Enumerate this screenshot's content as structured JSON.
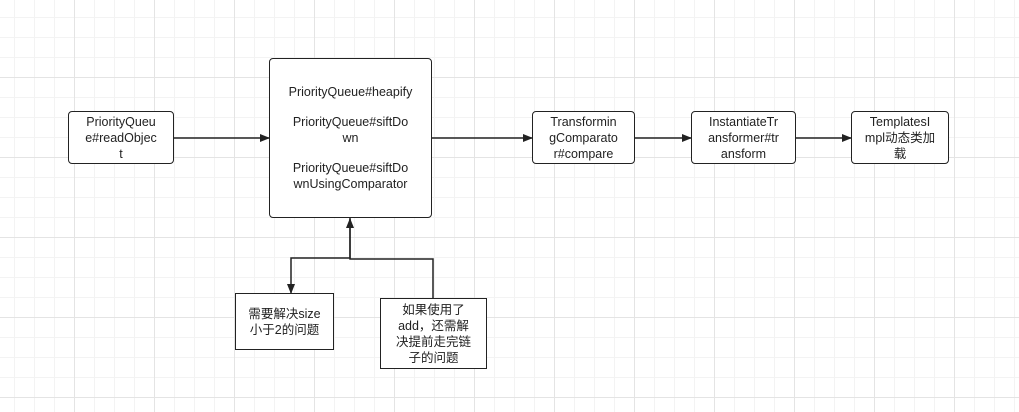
{
  "diagram": {
    "nodes": {
      "read_object": {
        "lines": [
          "PriorityQueu",
          "e#readObjec",
          "t"
        ]
      },
      "heap": {
        "item1": [
          "PriorityQueue#heapify"
        ],
        "item2": [
          "PriorityQueue#siftDo",
          "wn"
        ],
        "item3": [
          "PriorityQueue#siftDo",
          "wnUsingComparator"
        ]
      },
      "transforming_comparator": {
        "lines": [
          "Transformin",
          "gComparato",
          "r#compare"
        ]
      },
      "instantiate_transformer": {
        "lines": [
          "InstantiateTr",
          "ansformer#tr",
          "ansform"
        ]
      },
      "templates_impl": {
        "lines": [
          "TemplatesI",
          "mpl动态类加",
          "载"
        ]
      },
      "size_note": {
        "lines": [
          "需要解决size",
          "小于2的问题"
        ]
      },
      "add_note": {
        "lines": [
          "如果使用了",
          "add，还需解",
          "决提前走完链",
          "子的问题"
        ]
      }
    },
    "colors": {
      "stroke": "#222222",
      "fill": "#ffffff",
      "grid": "#e4e4e4"
    }
  }
}
